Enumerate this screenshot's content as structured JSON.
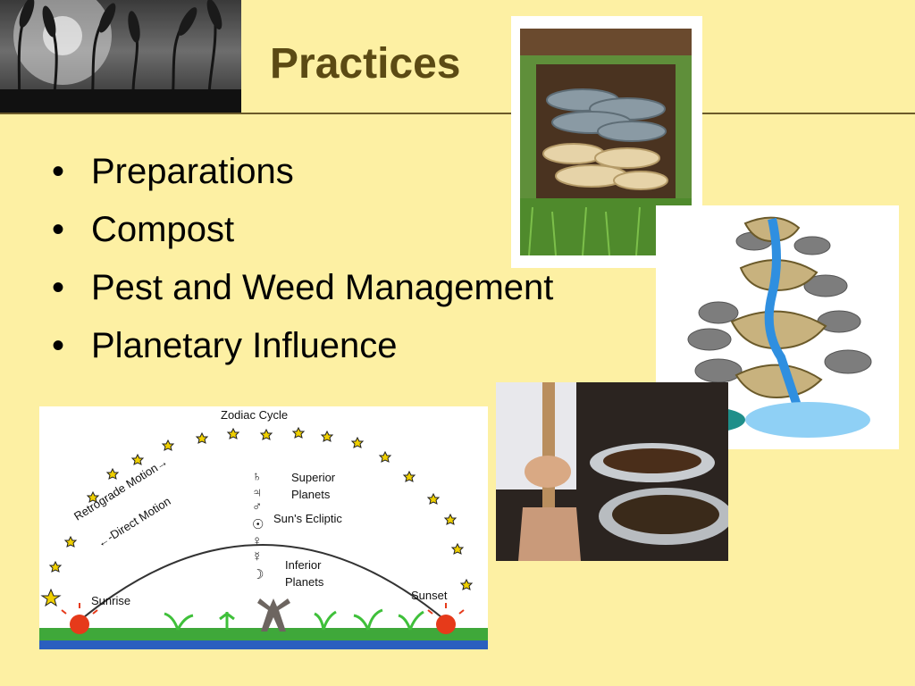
{
  "slide": {
    "title": "Practices",
    "bullets": [
      "Preparations",
      "Compost",
      "Pest and Weed Management",
      "Planetary Influence"
    ],
    "bullet_char": "•"
  },
  "zodiac_diagram": {
    "cycle_label": "Zodiac Cycle",
    "retrograde_label": "Retrograde Motion→",
    "direct_label": "←-Direct Motion",
    "superior_label": "Superior Planets",
    "ecliptic_label": "Sun's Ecliptic",
    "inferior_label": "Inferior Planets",
    "sunrise_label": "Sunrise",
    "sunset_label": "Sunset",
    "planet_symbols": [
      "♄",
      "♃",
      "♂",
      "☉",
      "♀",
      "☿",
      "☽"
    ]
  },
  "colors": {
    "background": "#fdf0a3",
    "title": "#5b4a14",
    "rule": "#6b5a2a"
  }
}
